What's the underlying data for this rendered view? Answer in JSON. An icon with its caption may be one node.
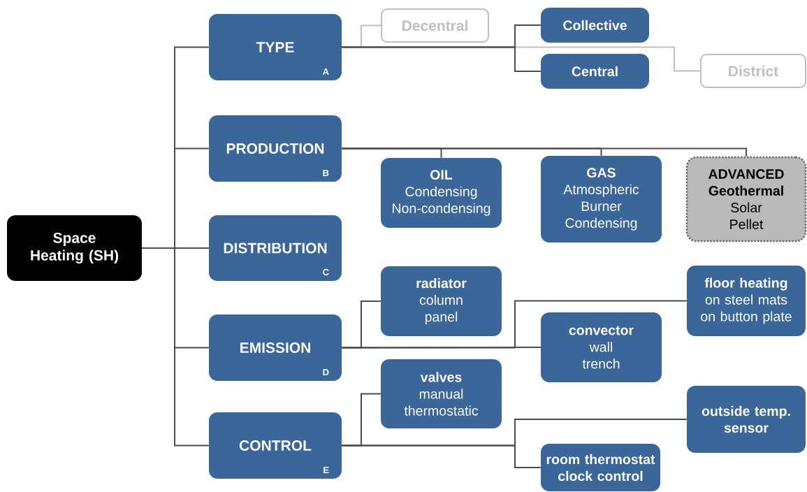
{
  "diagram": {
    "nodes": [
      {
        "text": [
          "Space Heating (SH)"
        ]
      },
      {
        "text": [
          "TYPE",
          "A"
        ]
      },
      {
        "text": [
          "PRODUCTION",
          "B"
        ]
      },
      {
        "text": [
          "DISTRIBUTION",
          "C"
        ]
      },
      {
        "text": [
          "EMISSION",
          "D"
        ]
      },
      {
        "text": [
          "CONTROL",
          "E"
        ]
      },
      {
        "text": [
          "Decentral"
        ]
      },
      {
        "text": [
          "Collective"
        ]
      },
      {
        "text": [
          "Central"
        ]
      },
      {
        "text": [
          "District"
        ]
      },
      {
        "text": [
          "OIL",
          "Condensing",
          "Non-condensing"
        ]
      },
      {
        "text": [
          "GAS",
          "Atmospheric",
          "Burner",
          "Condensing"
        ]
      },
      {
        "text": [
          "ADVANCED",
          "Geothermal",
          "Solar",
          "Pellet"
        ]
      },
      {
        "text": [
          "radiator",
          "column",
          "panel"
        ]
      },
      {
        "text": [
          "floor heating",
          "on steel mats",
          "on button plate"
        ]
      },
      {
        "text": [
          "convector",
          "wall",
          "trench"
        ]
      },
      {
        "text": [
          "valves",
          "manual",
          "thermostatic"
        ]
      },
      {
        "text": [
          "outside temp. sensor"
        ]
      },
      {
        "text": [
          "room thermostat",
          "clock control"
        ]
      }
    ],
    "edges": [
      {
        "from": 0,
        "to": 1,
        "arrow": "none"
      },
      {
        "from": 0,
        "to": 2,
        "arrow": "none"
      },
      {
        "from": 0,
        "to": 3,
        "arrow": "none"
      },
      {
        "from": 0,
        "to": 4,
        "arrow": "none"
      },
      {
        "from": 0,
        "to": 5,
        "arrow": "none"
      },
      {
        "from": 1,
        "to": 6,
        "arrow": "none",
        "color": "#c0c0c0"
      },
      {
        "from": 1,
        "to": 7,
        "arrow": "none"
      },
      {
        "from": 1,
        "to": 8,
        "arrow": "none"
      },
      {
        "from": 1,
        "to": 9,
        "arrow": "none",
        "color": "#c0c0c0"
      },
      {
        "from": 2,
        "to": 10,
        "arrow": "none"
      },
      {
        "from": 2,
        "to": 11,
        "arrow": "none"
      },
      {
        "from": 2,
        "to": 12,
        "arrow": "none"
      },
      {
        "from": 4,
        "to": 13,
        "arrow": "none"
      },
      {
        "from": 4,
        "to": 14,
        "arrow": "none"
      },
      {
        "from": 4,
        "to": 15,
        "arrow": "none"
      },
      {
        "from": 5,
        "to": 16,
        "arrow": "none"
      },
      {
        "from": 5,
        "to": 17,
        "arrow": "none"
      },
      {
        "from": 5,
        "to": 18,
        "arrow": "none"
      }
    ]
  }
}
